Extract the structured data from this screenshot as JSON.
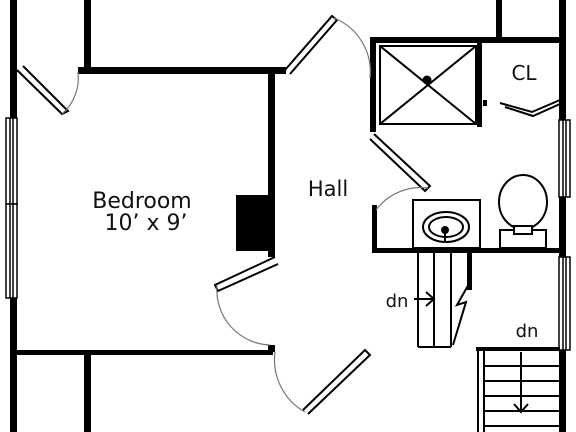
{
  "rooms": {
    "bedroom": {
      "name": "Bedroom",
      "size": "10’ x 9’"
    },
    "hall": {
      "name": "Hall"
    },
    "closet": {
      "name": "CL"
    }
  },
  "stairs": {
    "upper_label": "dn",
    "lower_label": "dn"
  }
}
